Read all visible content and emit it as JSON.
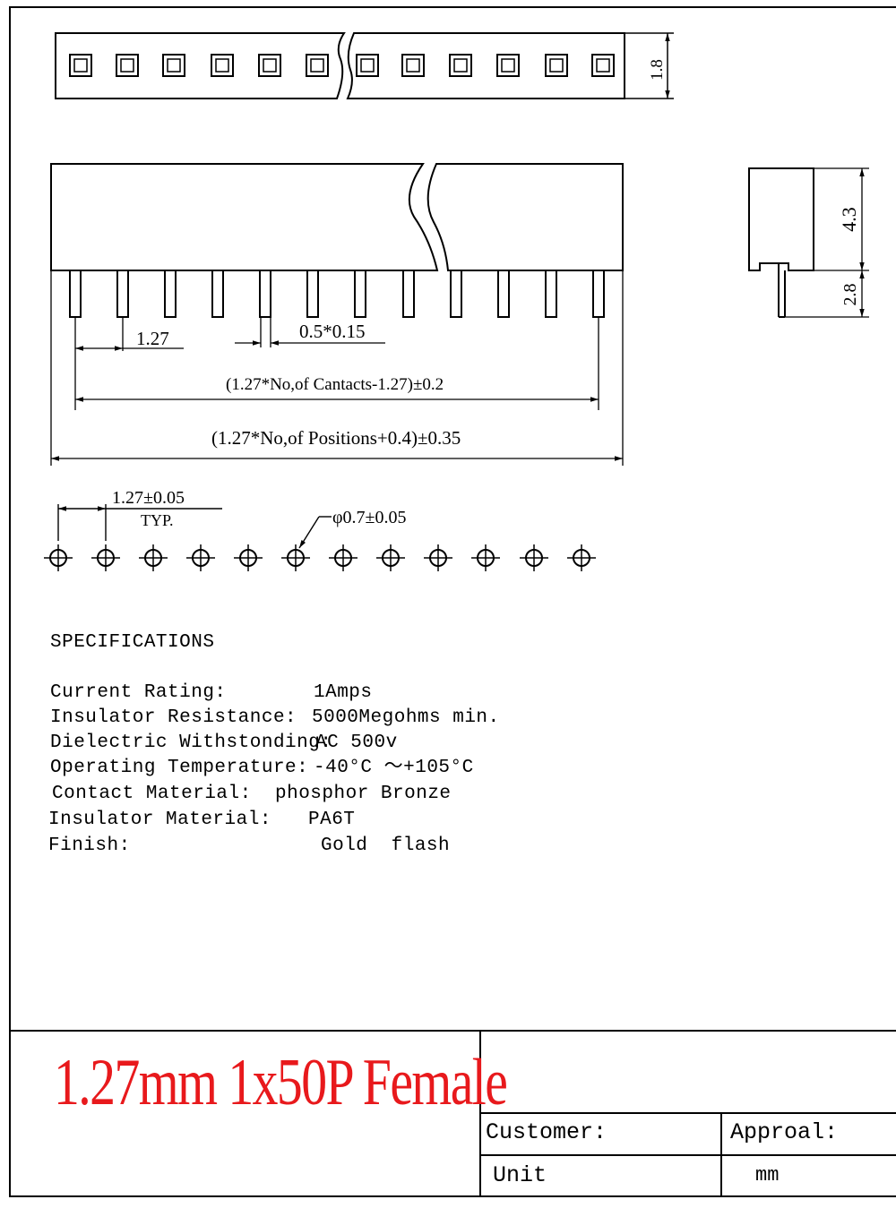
{
  "dimensions": {
    "height_1_8": "1.8",
    "height_4_3": "4.3",
    "height_2_8": "2.8",
    "pitch_1_27": "1.27",
    "pin_size": "0.5*0.15",
    "contacts_formula": "(1.27*No,of Cantacts-1.27)±0.2",
    "positions_formula": "(1.27*No,of Positions+0.4)±0.35",
    "pitch_tol": "1.27±0.05",
    "typ": "TYP.",
    "hole_dia": "φ0.7±0.05"
  },
  "specifications": {
    "heading": "SPECIFICATIONS",
    "rows": [
      {
        "label": "Current Rating:",
        "value": "1Amps"
      },
      {
        "label": "Insulator Resistance:",
        "value": "5000Megohms min."
      },
      {
        "label": "Dielectric Withstonding:",
        "value": "AC 500v"
      },
      {
        "label": "Operating Temperature:",
        "value": "-40°C ～+105°C"
      },
      {
        "label": "Contact Material:",
        "value": "phosphor Bronze"
      },
      {
        "label": "Insulator Material:",
        "value": "PA6T"
      },
      {
        "label": "Finish:",
        "value": "Gold  flash"
      }
    ]
  },
  "title_block": {
    "title": "1.27mm 1x50P Female",
    "customer_label": "Customer:",
    "approval_label": "Approal:",
    "unit_label": "Unit",
    "unit_value": "mm"
  },
  "colors": {
    "line": "#000000",
    "title": "#e8191c",
    "background": "#ffffff"
  }
}
